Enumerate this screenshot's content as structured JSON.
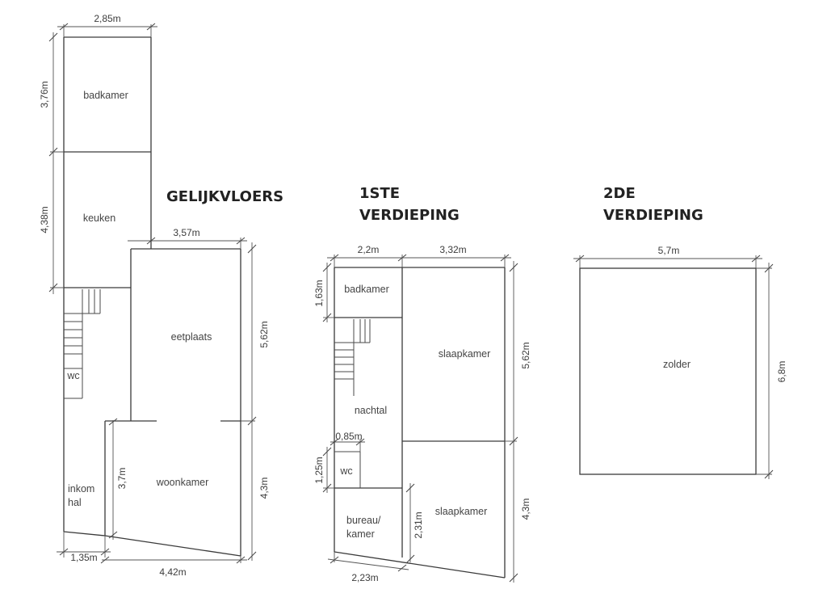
{
  "floors": [
    {
      "title_lines": [
        "GELIJKVLOERS"
      ]
    },
    {
      "title_lines": [
        "1STE",
        "VERDIEPING"
      ]
    },
    {
      "title_lines": [
        "2DE",
        "VERDIEPING"
      ]
    }
  ],
  "rooms": {
    "ground": {
      "badkamer": "badkamer",
      "keuken": "keuken",
      "eetplaats": "eetplaats",
      "wc": "wc",
      "woonkamer": "woonkamer",
      "inkomhal_line1": "inkom",
      "inkomhal_line2": "hal"
    },
    "first": {
      "badkamer": "badkamer",
      "slaapkamer_1": "slaapkamer",
      "nachtal": "nachtal",
      "wc": "wc",
      "slaapkamer_2": "slaapkamer",
      "bureau_line1": "bureau/",
      "bureau_line2": "kamer"
    },
    "second": {
      "zolder": "zolder"
    }
  },
  "dimensions": {
    "ground": {
      "top_width": "2,85m",
      "badkamer_height": "3,76m",
      "keuken_height": "4,38m",
      "eetplaats_width": "3,57m",
      "eetplaats_depth": "5,62m",
      "woonkamer_height_outer": "4,3m",
      "woonkamer_height_inner": "3,7m",
      "hal_width": "1,35m",
      "woonkamer_width": "4,42m"
    },
    "first": {
      "left_width": "2,2m",
      "right_width": "3,32m",
      "badkamer_height": "1,63m",
      "slaapkamer_depth": "5,62m",
      "wc_width": "0,85m",
      "wc_height": "1,25m",
      "bureau_height": "2,31m",
      "slaapkamer2_height": "4,3m",
      "bureau_width": "2,23m"
    },
    "second": {
      "width": "5,7m",
      "depth": "6,8m"
    }
  }
}
